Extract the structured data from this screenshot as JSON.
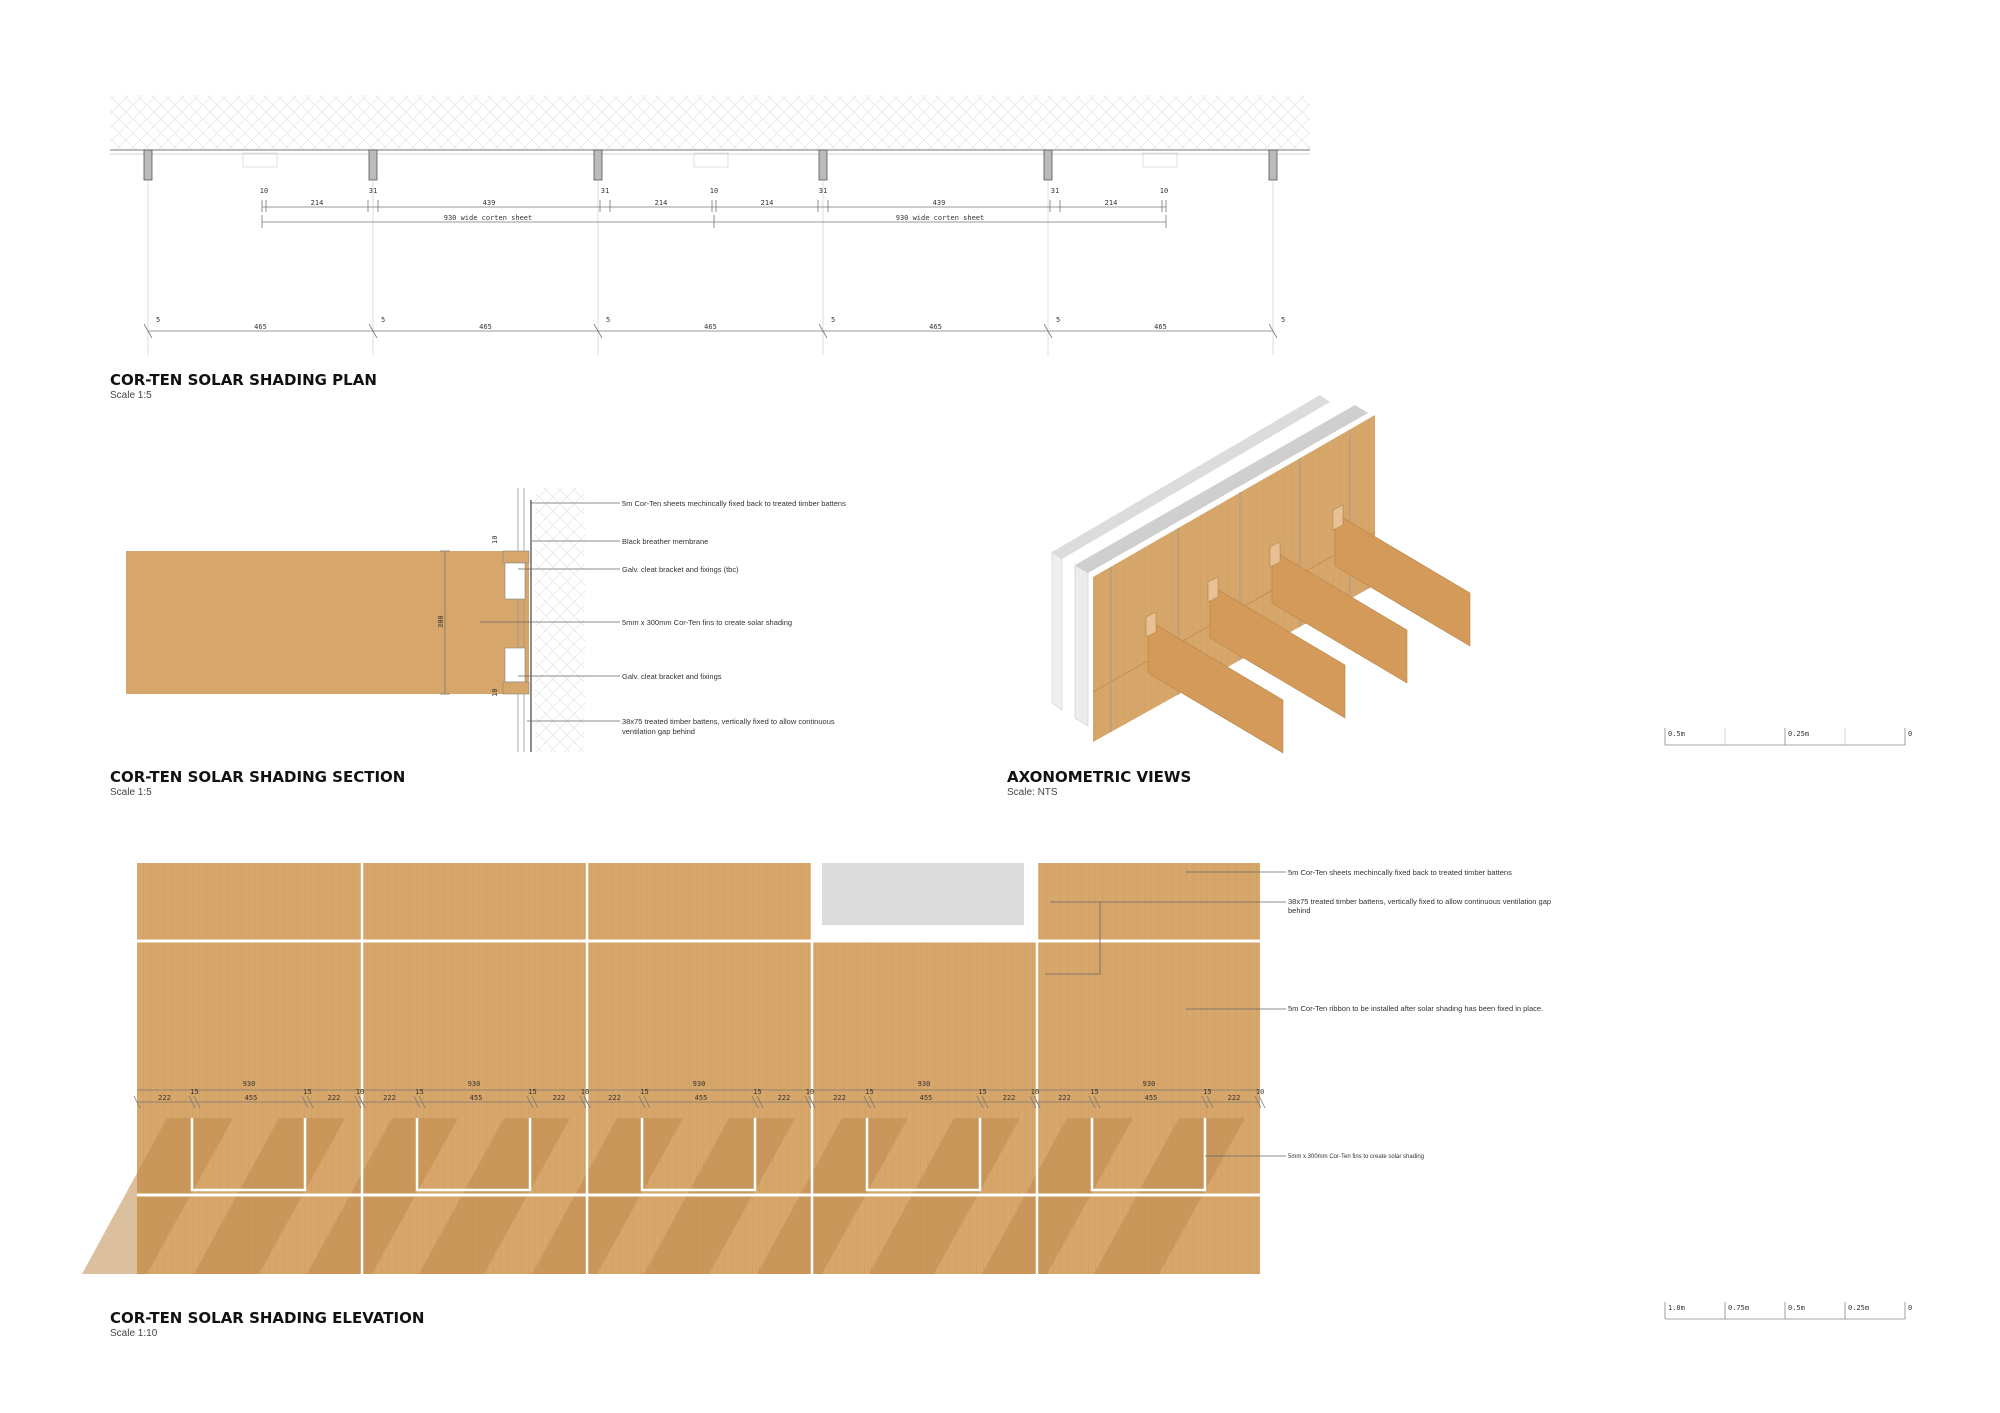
{
  "plan": {
    "title": "COR-TEN SOLAR SHADING PLAN",
    "scale": "Scale 1:5",
    "dims_upper": [
      "10",
      "214",
      "31",
      "439",
      "31",
      "214",
      "10",
      "214",
      "31",
      "439",
      "31",
      "214",
      "10"
    ],
    "sheet_labels": [
      "930 wide corten sheet",
      "930 wide corten sheet"
    ],
    "dims_lower": [
      "465",
      "465",
      "465",
      "465",
      "465"
    ],
    "gap": "5"
  },
  "section": {
    "title": "COR-TEN SOLAR SHADING SECTION",
    "scale": "Scale 1:5",
    "height_dim": "300",
    "small_dim": "10",
    "notes": [
      "5m Cor-Ten sheets mechincally fixed back to treated timber battens",
      "Black breather membrane",
      "Galv. cleat bracket and fixings (tbc)",
      "5mm x 300mm Cor-Ten fins to create solar shading",
      "Galv. cleat bracket and fixings",
      "38x75 treated timber battens, vertically fixed to allow continuous",
      "ventilation gap behind"
    ]
  },
  "axo": {
    "title": "AXONOMETRIC VIEWS",
    "scale": "Scale: NTS"
  },
  "scalebar1": {
    "labels": [
      "0.5m",
      "0.25m",
      "0"
    ]
  },
  "elevation": {
    "title": "COR-TEN SOLAR SHADING ELEVATION",
    "scale": "Scale 1:10",
    "dim_total": "930",
    "dims_row": [
      "222",
      "15",
      "455",
      "15",
      "222",
      "10"
    ],
    "notes": [
      "5m Cor-Ten sheets mechincally fixed back to treated timber battens",
      "38x75 treated timber battens, vertically fixed to allow continuous ventilation gap",
      "behind",
      "5m Cor-Ten ribbon to be installed after solar shading has been fixed in place.",
      "5mm x 300mm Cor-Ten fins to create solar shading"
    ]
  },
  "scalebar2": {
    "labels": [
      "1.0m",
      "0.75m",
      "0.5m",
      "0.25m",
      "0"
    ]
  },
  "colors": {
    "corten": "#d6a66a",
    "corten_dark": "#c08a4d",
    "line": "#9a9a9a"
  }
}
